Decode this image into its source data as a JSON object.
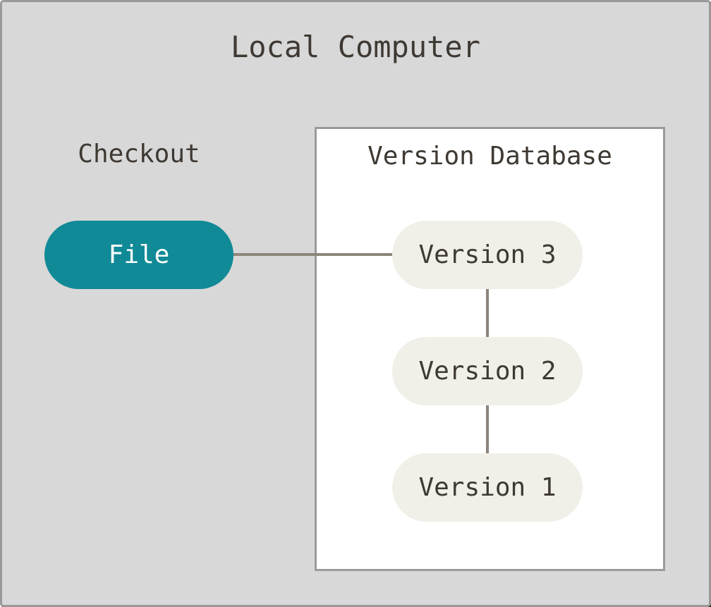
{
  "diagram": {
    "title": "Local Computer",
    "checkout": {
      "label": "Checkout",
      "node": "File"
    },
    "version_database": {
      "title": "Version Database",
      "nodes": [
        "Version 3",
        "Version 2",
        "Version 1"
      ]
    },
    "connectors": [
      "file-to-version3",
      "version3-to-version2",
      "version2-to-version1"
    ],
    "colors": {
      "background": "#d8d8d8",
      "frame_border": "#999999",
      "frame_edge": "#1c1c1c",
      "text_dark": "#3f3933",
      "box_background": "#ffffff",
      "box_border": "#9a9a9a",
      "file_pill": "#108a96",
      "file_text": "#ffffff",
      "version_pill": "#f0efe8",
      "connector": "#8d857b"
    }
  }
}
